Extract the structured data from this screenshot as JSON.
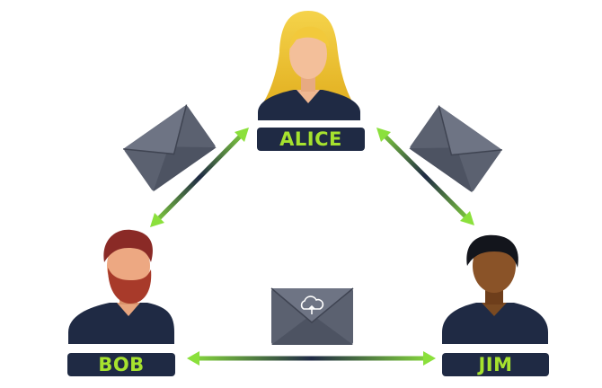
{
  "people": {
    "alice": {
      "name": "ALICE"
    },
    "bob": {
      "name": "BOB"
    },
    "jim": {
      "name": "JIM"
    }
  },
  "icons": {
    "message": "envelope-icon",
    "attachment": "cloud-upload-icon",
    "connection": "double-arrow-icon"
  },
  "colors": {
    "label_bg": "#1f2a44",
    "label_text": "#a6e22e",
    "arrow_green": "#8be03c",
    "arrow_navy": "#1f2a44",
    "envelope": "#5b6170"
  }
}
